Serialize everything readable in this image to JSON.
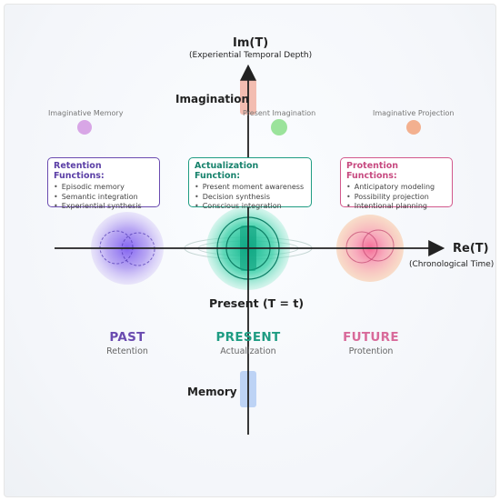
{
  "axes": {
    "y_title": "Im(T)",
    "y_subtitle": "(Experiential Temporal Depth)",
    "x_title": "Re(T)",
    "x_subtitle": "(Chronological Time)"
  },
  "y_dimension_labels": {
    "top": "Imagination",
    "bottom": "Memory"
  },
  "imaginative_nodes": [
    {
      "label": "Imaginative Memory",
      "color": "#d8a6e6"
    },
    {
      "label": "Present Imagination",
      "color": "#9be39b"
    },
    {
      "label": "Imaginative Projection",
      "color": "#f3b08f"
    }
  ],
  "function_boxes": [
    {
      "title": "Retention Functions:",
      "color": "#6a4bb0",
      "items": [
        "Episodic memory",
        "Semantic integration",
        "Experiential synthesis"
      ]
    },
    {
      "title": "Actualization Function:",
      "color": "#1f9c83",
      "items": [
        "Present moment awareness",
        "Decision synthesis",
        "Conscious integration"
      ]
    },
    {
      "title": "Protention Functions:",
      "color": "#d2588c",
      "items": [
        "Anticipatory modeling",
        "Possibility projection",
        "Intentional planning"
      ]
    }
  ],
  "present_label": "Present (T = t)",
  "periods": [
    {
      "name": "PAST",
      "sub": "Retention",
      "color": "#6a4bb0"
    },
    {
      "name": "PRESENT",
      "sub": "Actualization",
      "color": "#1f9c83"
    },
    {
      "name": "FUTURE",
      "sub": "Protention",
      "color": "#d86a9a"
    }
  ],
  "colors": {
    "axis": "#222222",
    "past_blob": "#a48cf0",
    "present_blob": "#3ad0a8",
    "future_blob": "#f6b493",
    "future_core": "#f783a8",
    "imagination_bar": "#f2b2a3",
    "memory_bar": "#b3cdf3"
  }
}
